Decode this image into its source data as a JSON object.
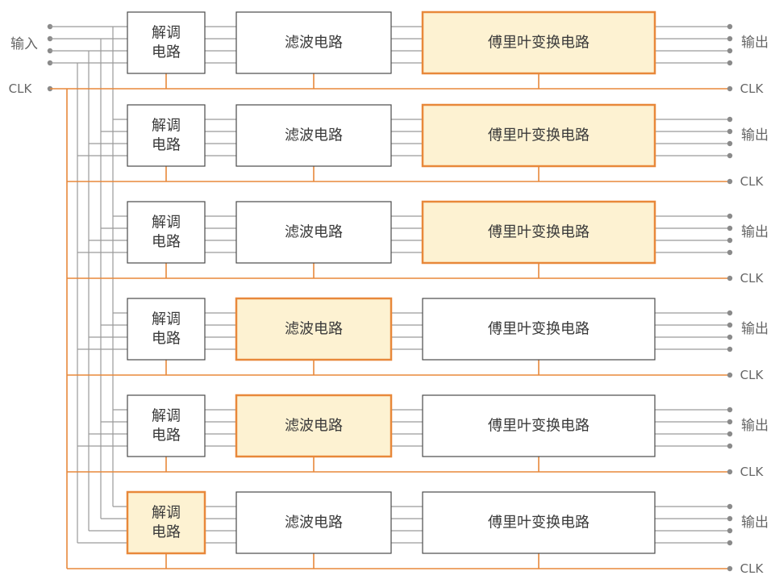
{
  "labels": {
    "input": "输入",
    "output": "输出",
    "clk": "CLK"
  },
  "blocks": {
    "demod_line1": "解调",
    "demod_line2": "电路",
    "filter": "滤波电路",
    "fft": "傅里叶变换电路"
  },
  "highlight": {
    "rows_fft": [
      0,
      1,
      2
    ],
    "rows_filter": [
      3,
      4
    ],
    "rows_demod": [
      5
    ]
  },
  "colors": {
    "signal_line": "#9a9a9a",
    "clock_line": "#e8883a",
    "block_border": "#4a4a4a",
    "highlight_border": "#e8883a",
    "highlight_fill": "#fdf2d2",
    "text": "#3a3a3a",
    "label_text": "#666666"
  }
}
